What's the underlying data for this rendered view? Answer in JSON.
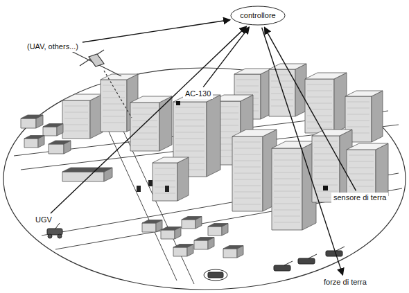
{
  "diagram": {
    "nodes": [
      {
        "text": [
          "controllore"
        ]
      },
      {
        "text": [
          "(UAV, others...)"
        ]
      },
      {
        "text": [
          "AC-130"
        ]
      },
      {
        "text": [
          "UGV"
        ]
      },
      {
        "text": [
          "sensore di terra"
        ]
      },
      {
        "text": [
          "forze di terra"
        ]
      }
    ],
    "edges": [
      {
        "from": 1,
        "to": 0,
        "arrow": "to"
      },
      {
        "from": 2,
        "to": 0,
        "arrow": "to"
      },
      {
        "from": 3,
        "to": 0,
        "arrow": "to"
      },
      {
        "from": 4,
        "to": 0,
        "arrow": "to"
      },
      {
        "from": 0,
        "to": 5,
        "arrow": "to"
      }
    ]
  }
}
